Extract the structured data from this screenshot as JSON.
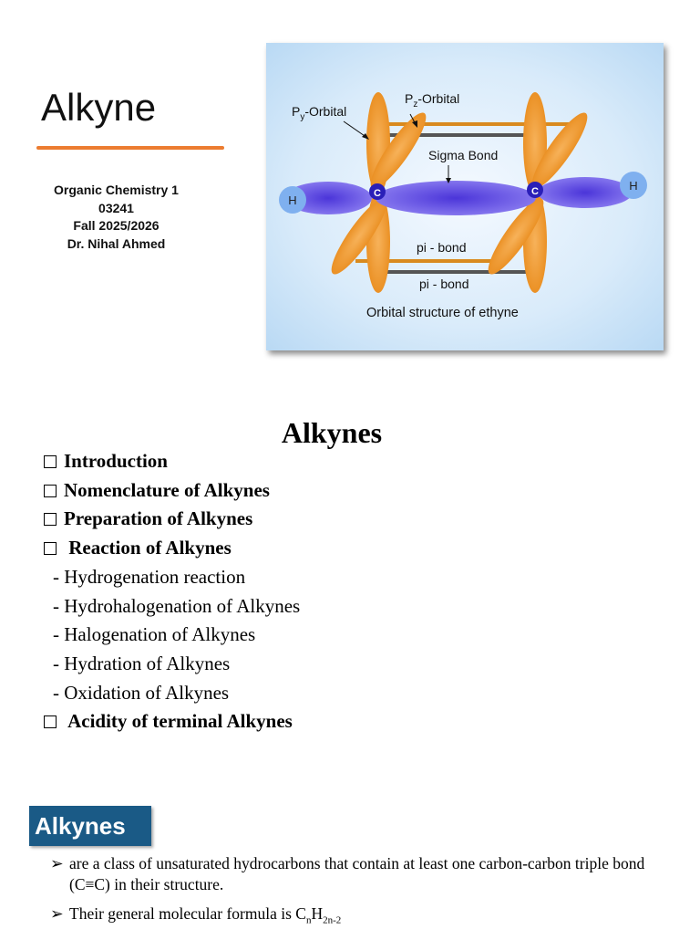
{
  "slide1": {
    "title": "Alkyne",
    "course": [
      "Organic Chemistry 1",
      "03241",
      "Fall 2025/2026",
      "Dr. Nihal Ahmed"
    ],
    "diagram": {
      "py_label": "P",
      "py_sub": "y",
      "py_suffix": "-Orbital",
      "pz_label": "P",
      "pz_sub": "z",
      "pz_suffix": "-Orbital",
      "sigma": "Sigma Bond",
      "pi_top": "pi - bond",
      "pi_bottom": "pi - bond",
      "caption": "Orbital structure of ethyne",
      "h": "H",
      "c": "C"
    }
  },
  "slide2": {
    "title": "Alkynes",
    "items": [
      {
        "text": "Introduction",
        "type": "main"
      },
      {
        "text": "Nomenclature of Alkynes",
        "type": "main"
      },
      {
        "text": "Preparation of Alkynes",
        "type": "main"
      },
      {
        "text": " Reaction of Alkynes",
        "type": "main"
      },
      {
        "text": "- Hydrogenation reaction",
        "type": "sub"
      },
      {
        "text": "- Hydrohalogenation of Alkynes",
        "type": "sub"
      },
      {
        "text": "- Halogenation of Alkynes",
        "type": "sub"
      },
      {
        "text": "- Hydration of Alkynes",
        "type": "sub"
      },
      {
        "text": "- Oxidation of Alkynes",
        "type": "sub"
      },
      {
        "text": " Acidity of terminal Alkynes",
        "type": "main"
      }
    ]
  },
  "slide3": {
    "banner": "Alkynes",
    "bullet1": "are a class of unsaturated hydrocarbons that contain at least one carbon-carbon triple bond (C≡C) in their structure.",
    "bullet2_prefix": "Their general molecular formula is C",
    "bullet2_sub1": "n",
    "bullet2_mid": "H",
    "bullet2_sub2": "2n-2",
    "arrow": "➢"
  }
}
